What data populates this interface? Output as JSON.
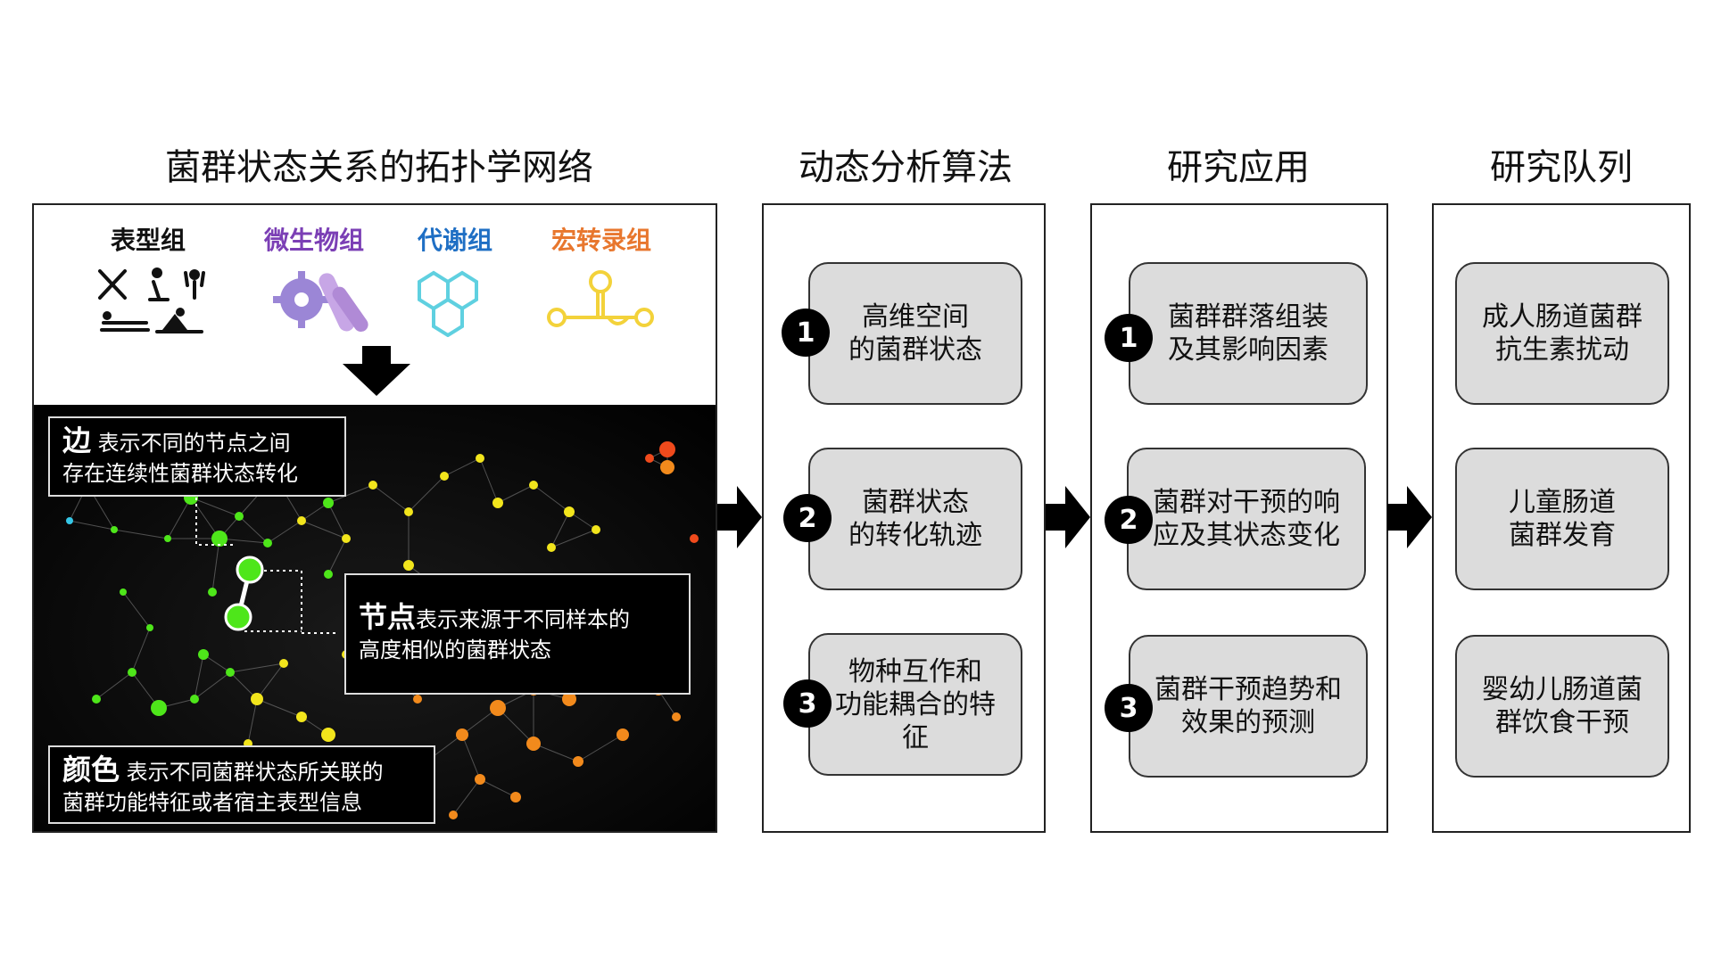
{
  "titles": {
    "network": "菌群状态关系的拓扑学网络",
    "algorithm": "动态分析算法",
    "application": "研究应用",
    "cohort": "研究队列"
  },
  "omics": [
    {
      "label": "表型组",
      "color": "#111111",
      "icon": "phenotype-icon"
    },
    {
      "label": "微生物组",
      "color": "#7b3fb5",
      "icon": "microbe-icon"
    },
    {
      "label": "代谢组",
      "color": "#1f6fc4",
      "icon": "metabolite-icon"
    },
    {
      "label": "宏转录组",
      "color": "#e8772e",
      "icon": "transcript-icon"
    }
  ],
  "legend": {
    "edge": {
      "bold": "边",
      "rest": "表示不同的节点之间",
      "line2": "存在连续性菌群状态转化"
    },
    "node": {
      "bold": "节点",
      "rest": "表示来源于不同样本的",
      "line2": "高度相似的菌群状态"
    },
    "color": {
      "bold": "颜色",
      "rest": "表示不同菌群状态所关联的",
      "line2": "菌群功能特征或者宿主表型信息"
    }
  },
  "algorithm": [
    {
      "num": "1",
      "line1": "高维空间",
      "line2": "的菌群状态"
    },
    {
      "num": "2",
      "line1": "菌群状态",
      "line2": "的转化轨迹"
    },
    {
      "num": "3",
      "line1": "物种互作和",
      "line2": "功能耦合的特",
      "line3": "征"
    }
  ],
  "application": [
    {
      "num": "1",
      "line1": "菌群群落组装",
      "line2": "及其影响因素"
    },
    {
      "num": "2",
      "line1": "菌群对干预的响",
      "line2": "应及其状态变化"
    },
    {
      "num": "3",
      "line1": "菌群干预趋势和",
      "line2": "效果的预测"
    }
  ],
  "cohort": [
    {
      "line1": "成人肠道菌群",
      "line2": "抗生素扰动"
    },
    {
      "line1": "儿童肠道",
      "line2": "菌群发育"
    },
    {
      "line1": "婴幼儿肠道菌",
      "line2": "群饮食干预"
    }
  ],
  "colors": {
    "green": "#4ee61a",
    "yellow": "#f2e51c",
    "orange": "#f28a1c",
    "red": "#f04a1c",
    "cyan": "#35c6e6"
  }
}
